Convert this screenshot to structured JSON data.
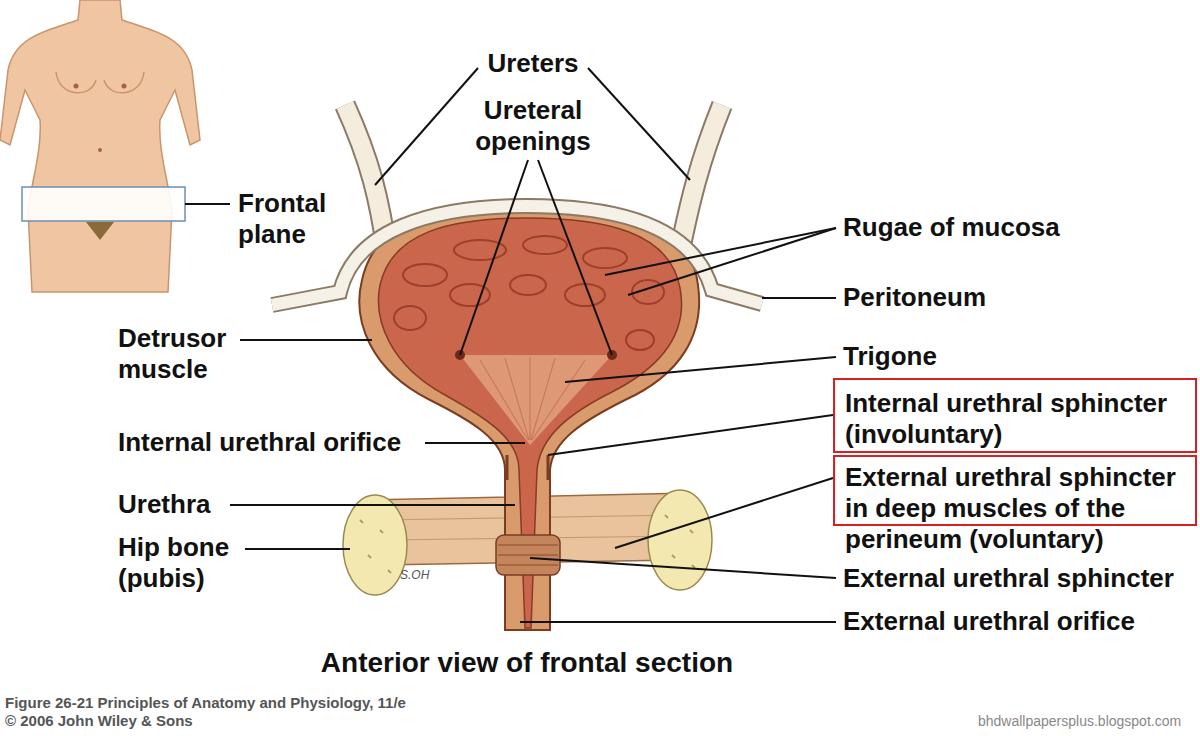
{
  "diagram": {
    "caption": "Anterior view of frontal section",
    "nodes": [
      {
        "text": [
          "Internal urethral sphincter (involuntary)"
        ]
      },
      {
        "text": [
          "External urethral sphincter in deep muscles of the perineum (voluntary)"
        ]
      }
    ],
    "labels": [
      "Ureters",
      "Ureteral openings",
      "Frontal plane",
      "Rugae of mucosa",
      "Peritoneum",
      "Detrusor muscle",
      "Trigone",
      "Internal urethral orifice",
      "Urethra",
      "Hip bone (pubis)",
      "S.OH",
      "External urethral sphincter",
      "External urethral orifice",
      "Figure 26-21 Principles of Anatomy and Physiology, 11/e",
      "© 2006 John Wiley & Sons",
      "bhdwallpapersplus.blogspot.com"
    ]
  }
}
